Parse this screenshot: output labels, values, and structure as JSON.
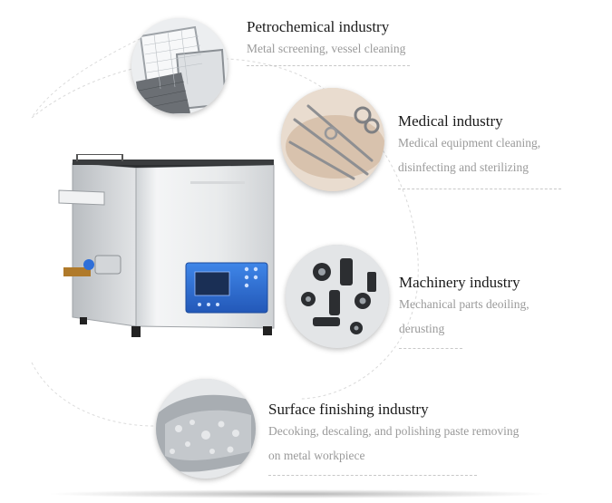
{
  "industries": [
    {
      "title": "Petrochemical industry",
      "lines": [
        "Metal screening, vessel cleaning"
      ],
      "image_icon": "metal-screen-icon"
    },
    {
      "title": "Medical industry",
      "lines": [
        "Medical equipment cleaning,",
        "disinfecting and sterilizing"
      ],
      "image_icon": "surgical-tools-icon"
    },
    {
      "title": "Machinery industry",
      "lines": [
        "Mechanical parts deoiling,",
        "derusting"
      ],
      "image_icon": "machine-parts-icon"
    },
    {
      "title": "Surface finishing industry",
      "lines": [
        "Decoking, descaling, and polishing paste removing",
        "on metal workpiece"
      ],
      "image_icon": "metal-workpiece-icon"
    }
  ],
  "colors": {
    "title": "#1a1a1a",
    "description": "#9a9a9a",
    "panel_blue": "#2b6fd6"
  }
}
